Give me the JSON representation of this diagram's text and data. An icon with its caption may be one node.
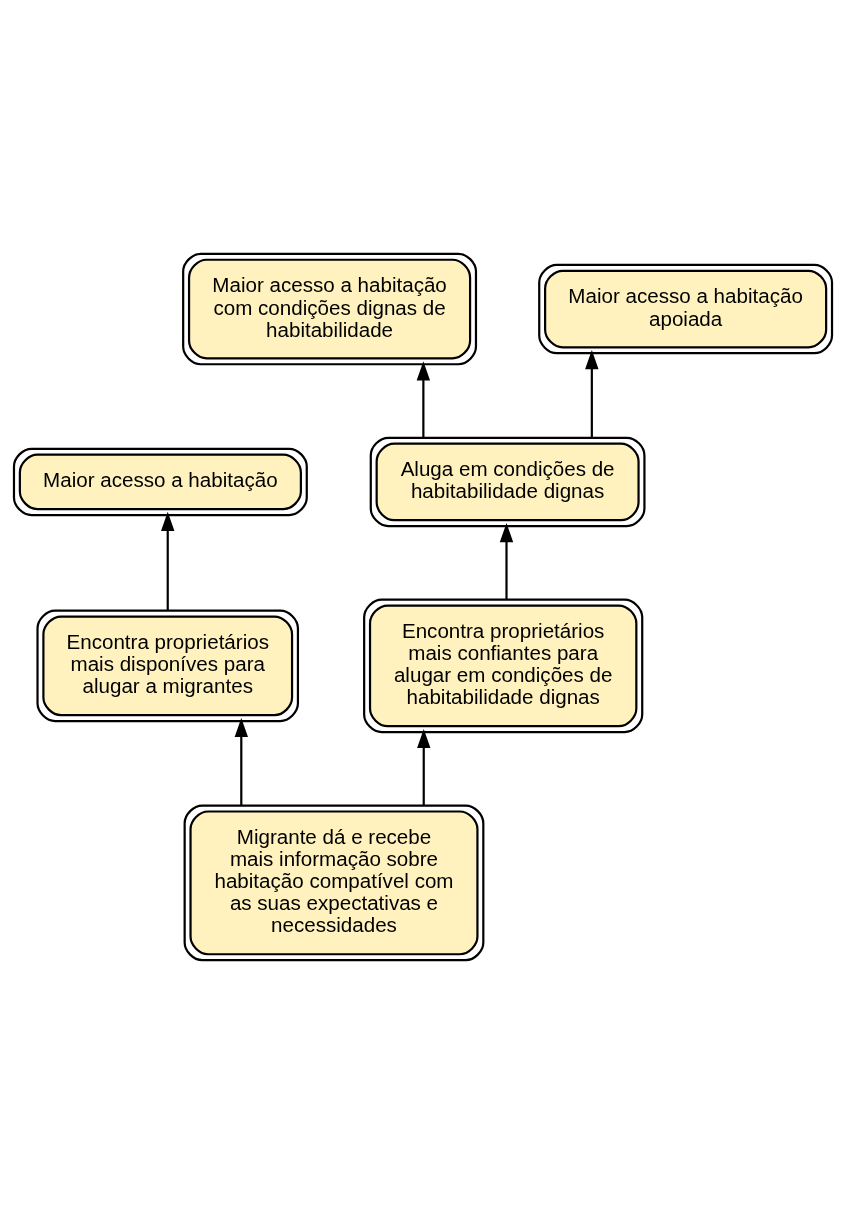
{
  "diagram": {
    "nodes": [
      {
        "text": [
          "Maior acesso a habitação"
        ]
      },
      {
        "text": [
          "Maior acesso a habitação com condições dignas de habitabilidade"
        ]
      },
      {
        "text": [
          "Maior acesso a habitação apoiada"
        ]
      },
      {
        "text": [
          "Aluga em condições de habitabilidade dignas"
        ]
      },
      {
        "text": [
          "Encontra proprietários mais disponíves para alugar a migrantes"
        ]
      },
      {
        "text": [
          "Encontra proprietários mais confiantes para alugar em condições de habitabilidade dignas"
        ]
      },
      {
        "text": [
          "Migrante dá e recebe mais informação sobre habitação compatível com as suas expectativas e necessidades"
        ]
      }
    ],
    "edges": [
      {
        "from": 6,
        "to": 4,
        "arrow": "to"
      },
      {
        "from": 6,
        "to": 5,
        "arrow": "to"
      },
      {
        "from": 5,
        "to": 3,
        "arrow": "to"
      },
      {
        "from": 3,
        "to": 1,
        "arrow": "to"
      },
      {
        "from": 3,
        "to": 2,
        "arrow": "to"
      },
      {
        "from": 4,
        "to": 0,
        "arrow": "to"
      }
    ]
  }
}
